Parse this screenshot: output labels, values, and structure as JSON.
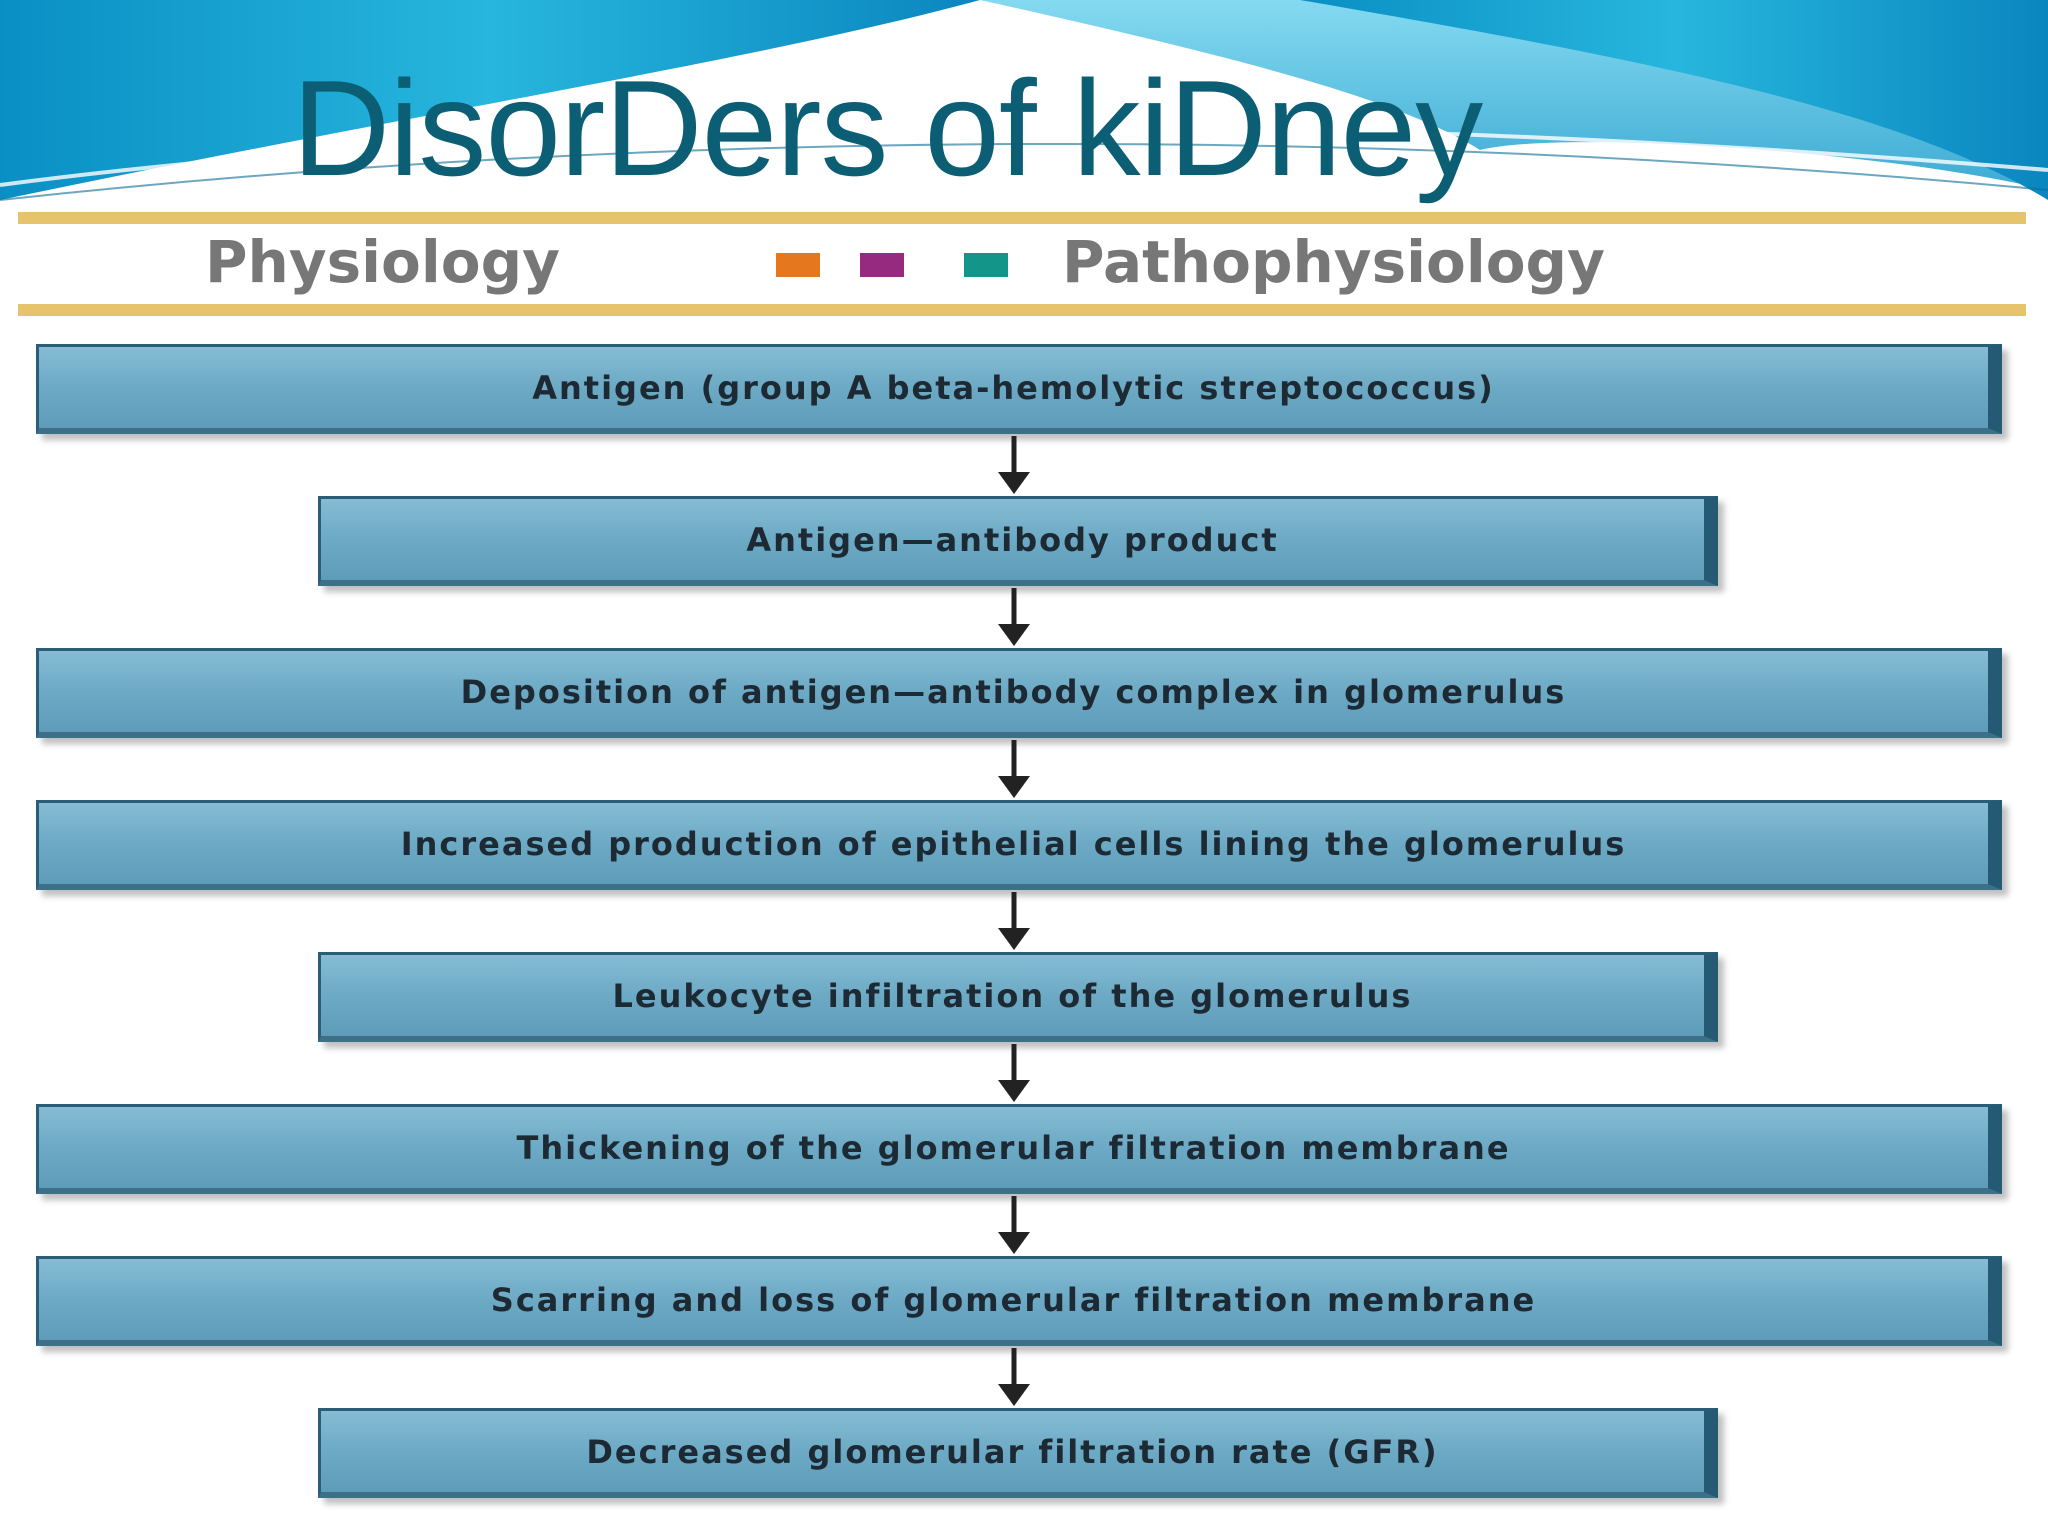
{
  "slide": {
    "title": "DisorDers of kiDney"
  },
  "band": {
    "left_label": "Physiology",
    "right_label": "Pathophysiology",
    "swatch_colors": [
      "#e5781f",
      "#962a7e",
      "#14958a"
    ]
  },
  "colors": {
    "title": "#0b5e74",
    "box_fill": "#6aa8c4",
    "box_border": "#2b5d76",
    "band_line": "#e6c46e"
  },
  "flow": {
    "steps": [
      {
        "label": "Antigen (group A beta-hemolytic streptococcus)"
      },
      {
        "label": "Antigen—antibody product"
      },
      {
        "label": "Deposition of antigen—antibody complex in glomerulus"
      },
      {
        "label": "Increased production of epithelial cells lining the glomerulus"
      },
      {
        "label": "Leukocyte infiltration of the glomerulus"
      },
      {
        "label": "Thickening of the glomerular filtration membrane"
      },
      {
        "label": "Scarring and loss of glomerular filtration membrane"
      },
      {
        "label": "Decreased glomerular filtration rate (GFR)"
      }
    ]
  }
}
